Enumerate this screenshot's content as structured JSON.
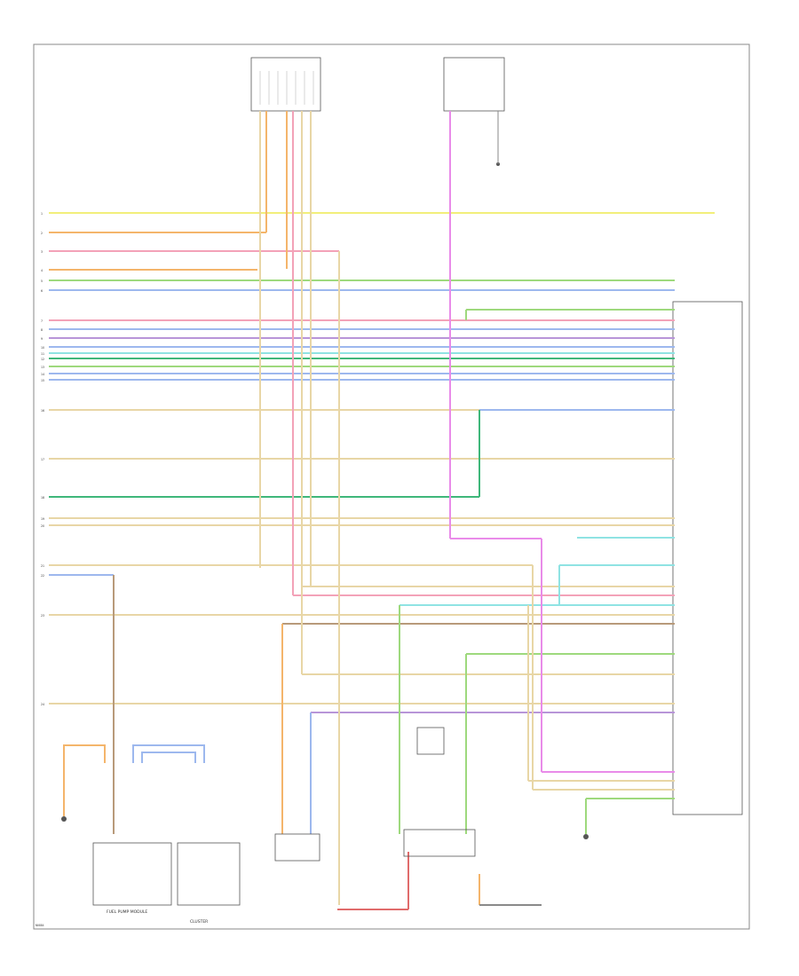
{
  "diagram": {
    "corner_code": "N0884",
    "components": {
      "top_left_module": "",
      "top_right_module": "",
      "pcm": "",
      "fuel_pump_module": "FUEL PUMP MODULE",
      "cluster": "CLUSTER",
      "sensor": "",
      "switch": "",
      "ground_right": "",
      "ground_bottom": ""
    },
    "wires": {
      "left_pins": [
        "1",
        "2",
        "3",
        "4",
        "5",
        "6",
        "7",
        "8",
        "9",
        "10",
        "11",
        "12",
        "13",
        "14",
        "15",
        "16",
        "17",
        "18",
        "19",
        "20",
        "21",
        "22",
        "23",
        "24"
      ],
      "right_labels": [
        "",
        "",
        "",
        "",
        "",
        "",
        "",
        "",
        "",
        "",
        "",
        "",
        "",
        "",
        "",
        "",
        "",
        "",
        "",
        "",
        "",
        ""
      ]
    },
    "colors": {
      "yellow": "#f2ef7a",
      "orange": "#f4b56b",
      "pink": "#f3a2b8",
      "magenta": "#e98be9",
      "green": "#9ed97d",
      "blue": "#9db8ee",
      "tan": "#e8d6a6",
      "brown": "#b89a7a",
      "cyan": "#8fe3e3",
      "darkgreen": "#3fb77a",
      "grey": "#8a8a8a",
      "red": "#e06b6b",
      "purple": "#b895d8"
    }
  }
}
